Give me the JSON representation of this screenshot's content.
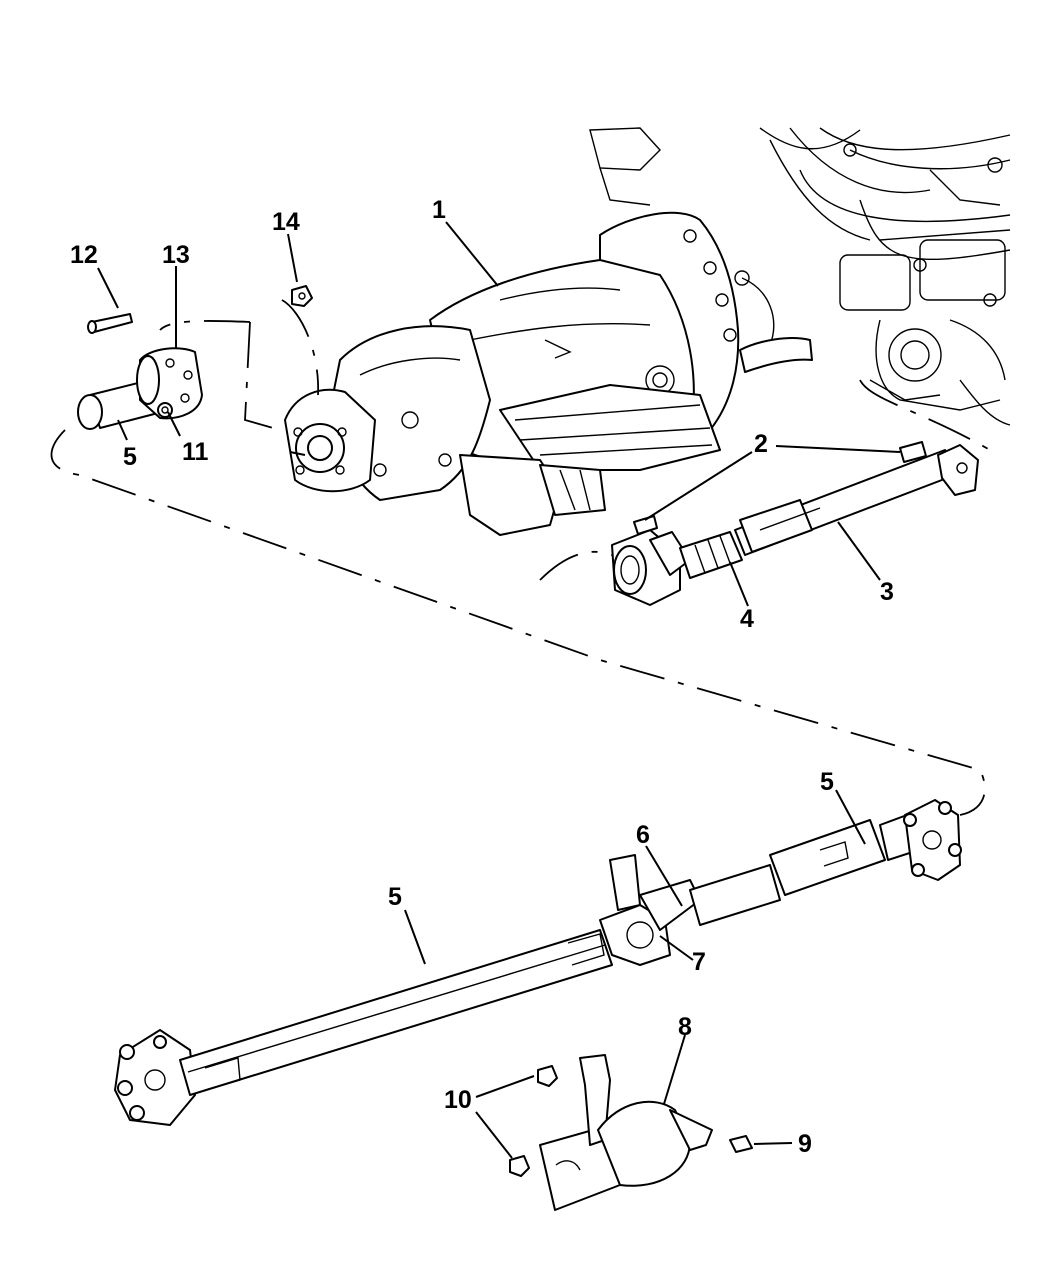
{
  "callouts": [
    {
      "id": "1",
      "text": "1"
    },
    {
      "id": "2",
      "text": "2"
    },
    {
      "id": "3",
      "text": "3"
    },
    {
      "id": "4",
      "text": "4"
    },
    {
      "id": "5a",
      "text": "5"
    },
    {
      "id": "5b",
      "text": "5"
    },
    {
      "id": "5c",
      "text": "5"
    },
    {
      "id": "6",
      "text": "6"
    },
    {
      "id": "7",
      "text": "7"
    },
    {
      "id": "8",
      "text": "8"
    },
    {
      "id": "9",
      "text": "9"
    },
    {
      "id": "10",
      "text": "10"
    },
    {
      "id": "11",
      "text": "11"
    },
    {
      "id": "12",
      "text": "12"
    },
    {
      "id": "13",
      "text": "13"
    },
    {
      "id": "14",
      "text": "14"
    }
  ],
  "parts": [
    {
      "name": "transmission",
      "callout": "1"
    },
    {
      "name": "bolt",
      "callout": "2"
    },
    {
      "name": "front-propeller-shaft",
      "callout": "3"
    },
    {
      "name": "front-cv-joint",
      "callout": "4"
    },
    {
      "name": "rear-propeller-shaft",
      "callout": "5"
    },
    {
      "name": "center-bearing",
      "callout": "6"
    },
    {
      "name": "center-bearing-bracket",
      "callout": "7"
    },
    {
      "name": "heat-shield",
      "callout": "8"
    },
    {
      "name": "bolt",
      "callout": "9"
    },
    {
      "name": "nut",
      "callout": "10"
    },
    {
      "name": "nut",
      "callout": "11"
    },
    {
      "name": "bolt",
      "callout": "12"
    },
    {
      "name": "flex-coupler",
      "callout": "13"
    },
    {
      "name": "nut",
      "callout": "14"
    }
  ],
  "colors": {
    "line": "#000000",
    "background": "#ffffff"
  }
}
